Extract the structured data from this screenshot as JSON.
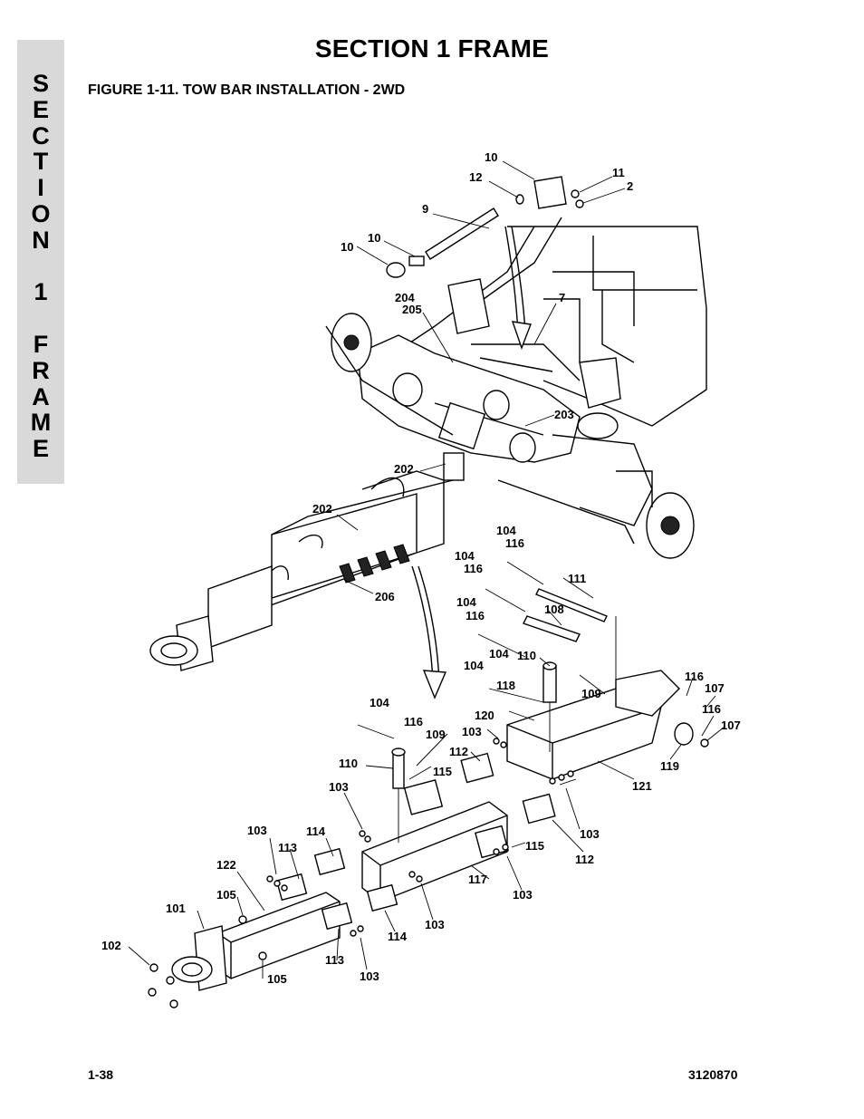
{
  "section_tab": {
    "letters": [
      "S",
      "E",
      "C",
      "T",
      "I",
      "O",
      "N",
      "",
      "1",
      "",
      "F",
      "R",
      "A",
      "M",
      "E"
    ]
  },
  "header": {
    "title": "SECTION 1  FRAME",
    "figure_title": "FIGURE 1-11.  TOW BAR INSTALLATION - 2WD"
  },
  "callouts": [
    "10",
    "12",
    "11",
    "2",
    "9",
    "10",
    "10",
    "204",
    "205",
    "7",
    "203",
    "202",
    "202",
    "206",
    "104",
    "116",
    "111",
    "104",
    "116",
    "104",
    "116",
    "108",
    "104",
    "110",
    "104",
    "118",
    "109",
    "116",
    "107",
    "120",
    "116",
    "107",
    "104",
    "116",
    "109",
    "103",
    "110",
    "112",
    "115",
    "119",
    "121",
    "103",
    "103",
    "114",
    "113",
    "103",
    "115",
    "112",
    "122",
    "117",
    "103",
    "105",
    "101",
    "103",
    "114",
    "102",
    "113",
    "103",
    "105"
  ],
  "footer": {
    "page_number": "1-38",
    "doc_number": "3120870"
  }
}
